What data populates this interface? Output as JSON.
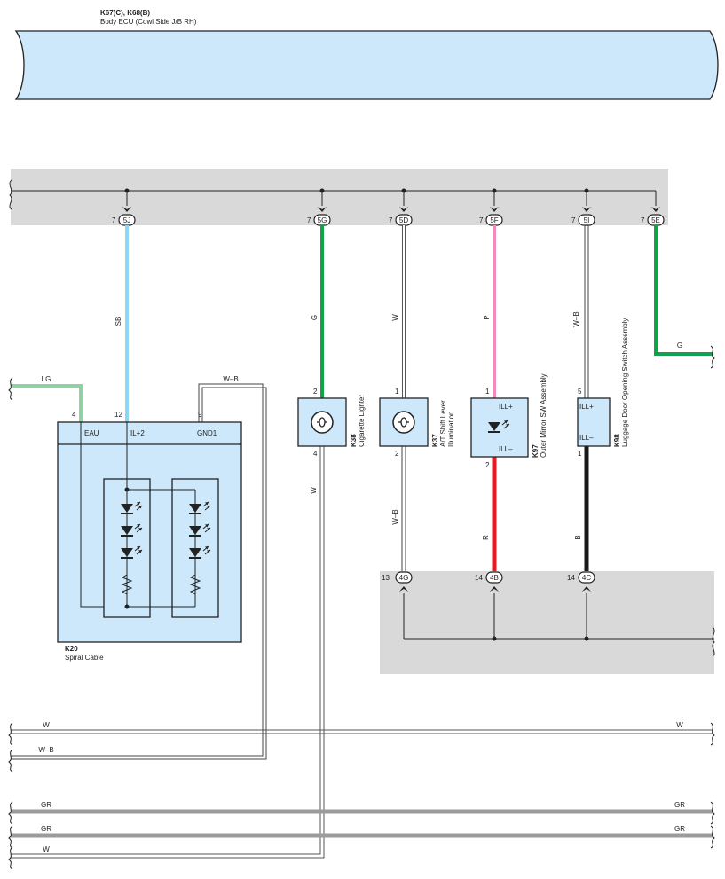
{
  "colors": {
    "ecu_fill": "#cce8fa",
    "junction_fill": "#d9d9d9",
    "wire_SB": "#8ed6f5",
    "wire_G": "#11a34a",
    "wire_P": "#f08bbd",
    "wire_R": "#e31b23",
    "wire_B": "#1a1a1a",
    "wire_LG": "#8fd1a5",
    "wire_GR": "#9b9b9b",
    "wire_W": "#777777"
  },
  "ecu": {
    "code": "K67(C), K68(B)",
    "name": "Body ECU (Cowl Side J/B RH)"
  },
  "junction_top": {
    "connectors": [
      {
        "pin": "7",
        "id": "5J"
      },
      {
        "pin": "7",
        "id": "5G"
      },
      {
        "pin": "7",
        "id": "5D"
      },
      {
        "pin": "7",
        "id": "5F"
      },
      {
        "pin": "7",
        "id": "5I"
      },
      {
        "pin": "7",
        "id": "5E"
      }
    ]
  },
  "junction_bottom": {
    "connectors": [
      {
        "pin": "13",
        "id": "4G"
      },
      {
        "pin": "14",
        "id": "4B"
      },
      {
        "pin": "14",
        "id": "4C"
      }
    ]
  },
  "wire_labels": {
    "sb": "SB",
    "g1": "G",
    "w1": "W",
    "p": "P",
    "wb1": "W–B",
    "g2": "G",
    "lg": "LG",
    "wb_top": "W–B",
    "w_k38": "W",
    "wb_k37": "W–B",
    "r": "R",
    "b": "B",
    "w_bus_l": "W",
    "w_bus_r": "W",
    "wb_bus": "W–B",
    "gr1_l": "GR",
    "gr1_r": "GR",
    "gr2_l": "GR",
    "gr2_r": "GR",
    "w_bottom": "W"
  },
  "spiral": {
    "code": "K20",
    "name": "Spiral Cable",
    "pins": {
      "eau": "4",
      "il2": "12",
      "gnd1": "9"
    },
    "labels": {
      "eau": "EAU",
      "il2": "IL+2",
      "gnd1": "GND1"
    }
  },
  "k38": {
    "code": "K38",
    "name": "Cigarette Lighter",
    "pin_top": "2",
    "pin_bottom": "4"
  },
  "k37": {
    "code": "K37",
    "name": "A/T Shift Lever",
    "name2": "Illumination",
    "pin_top": "1",
    "pin_bottom": "2"
  },
  "k97": {
    "code": "K97",
    "name": "Outer Mirror SW Assembly",
    "pin_top": "1",
    "pin_bottom": "2",
    "term_top": "ILL+",
    "term_bottom": "ILL–"
  },
  "k98": {
    "code": "K98",
    "name": "Luggage Door Opening Switch Assembly",
    "pin_top": "5",
    "pin_bottom": "1",
    "term_top": "ILL+",
    "term_bottom": "ILL–"
  }
}
